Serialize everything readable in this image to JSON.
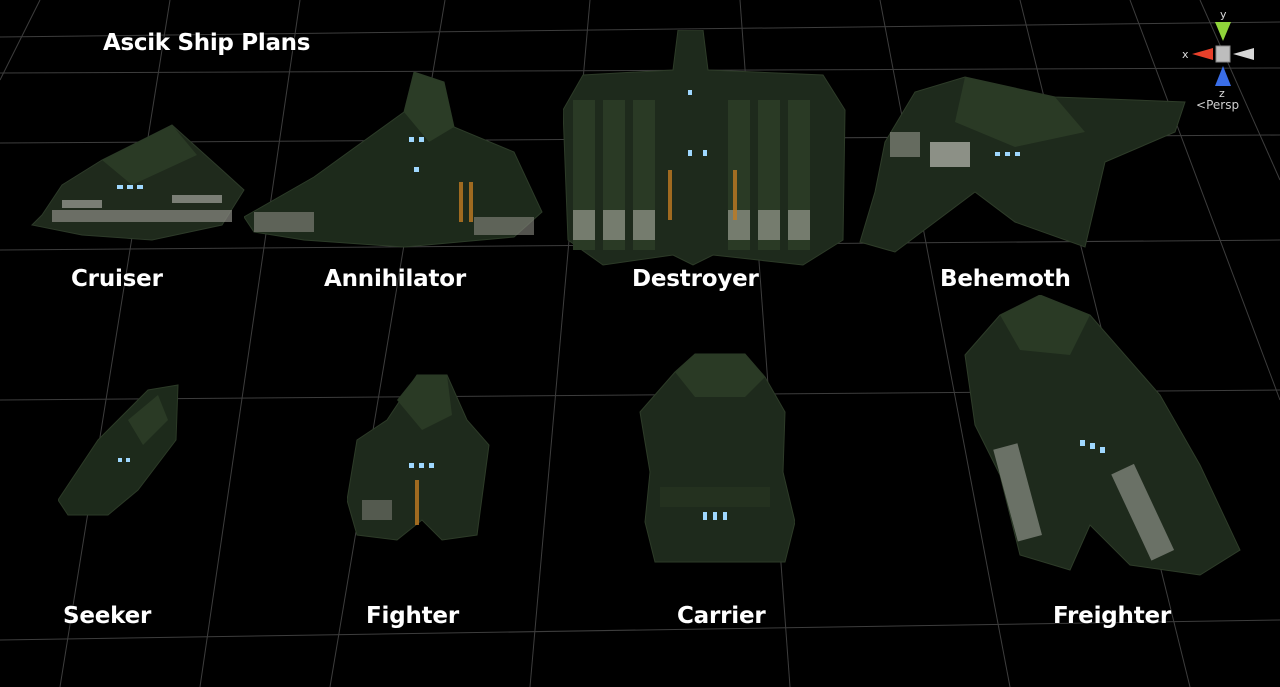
{
  "scene": {
    "title": "Ascik Ship Plans",
    "ships": [
      {
        "key": "cruiser",
        "label": "Cruiser"
      },
      {
        "key": "annihilator",
        "label": "Annihilator"
      },
      {
        "key": "destroyer",
        "label": "Destroyer"
      },
      {
        "key": "behemoth",
        "label": "Behemoth"
      },
      {
        "key": "seeker",
        "label": "Seeker"
      },
      {
        "key": "fighter",
        "label": "Fighter"
      },
      {
        "key": "carrier",
        "label": "Carrier"
      },
      {
        "key": "freighter",
        "label": "Freighter"
      }
    ]
  },
  "gizmo": {
    "axis_x": "x",
    "axis_y": "y",
    "axis_z": "z",
    "projection": "Persp",
    "colors": {
      "x": "#e8402a",
      "y": "#8fd43a",
      "z": "#3a6ee8"
    }
  },
  "colors": {
    "background": "#000000",
    "grid": "#3a3a3a",
    "hull": "#1f2b1c",
    "light": "#9fd8ff"
  }
}
